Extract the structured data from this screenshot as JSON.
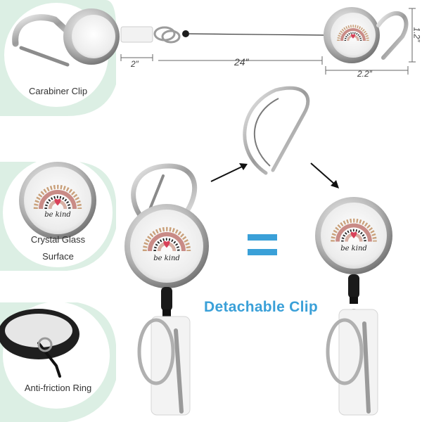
{
  "features": {
    "carabiner": {
      "label": "Carabiner Clip"
    },
    "glass": {
      "label_line1": "Crystal Glass",
      "label_line2": "Surface"
    },
    "ring": {
      "label": "Anti-friction Ring"
    }
  },
  "dimensions": {
    "strap": "2″",
    "cord": "24″",
    "badge_width": "2.2″",
    "badge_height": "1.2″"
  },
  "badge": {
    "text": "be kind"
  },
  "detachable": {
    "label": "Detachable Clip"
  },
  "colors": {
    "accent": "#3aa0d8",
    "panel": "#dcefe4"
  }
}
